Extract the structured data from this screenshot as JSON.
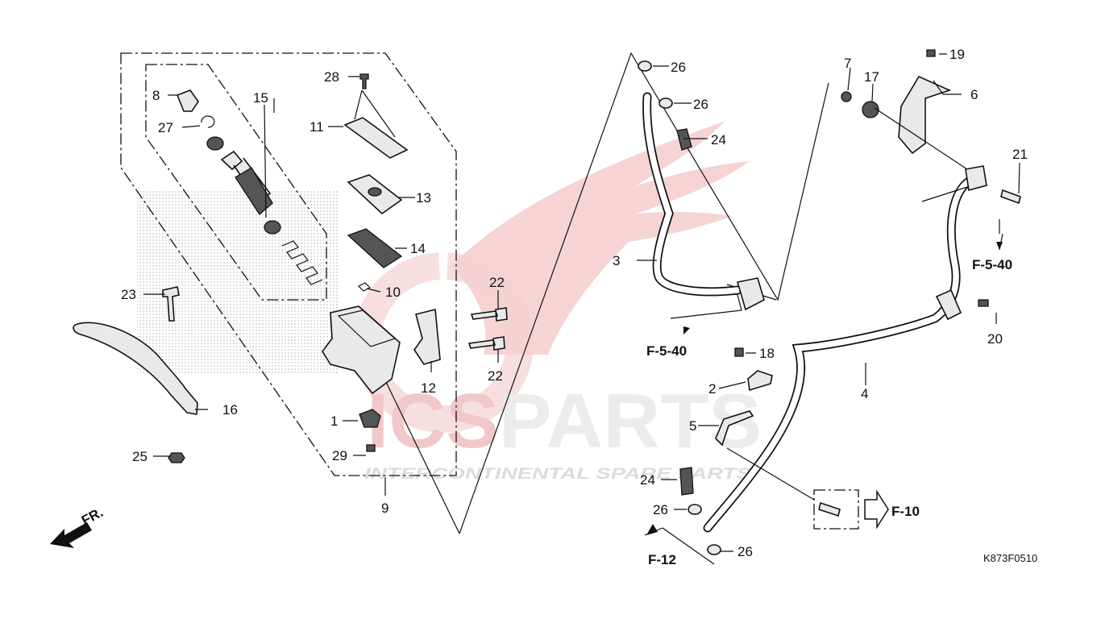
{
  "diagram_code": "K873F0510",
  "watermark": {
    "brand": "ICSPARTS",
    "brand_prefix": "ICS",
    "brand_rest": "PARTS",
    "tagline": "INTERCONTINENTAL SPARE PARTS",
    "colors": {
      "wing": "#f3c6c6",
      "brand": "#ececec",
      "accent": "#e89a9a"
    }
  },
  "front_indicator": "FR.",
  "callouts": {
    "p1": "1",
    "p2": "2",
    "p3": "3",
    "p4": "4",
    "p5": "5",
    "p6": "6",
    "p7": "7",
    "p8": "8",
    "p9": "9",
    "p10": "10",
    "p11": "11",
    "p12": "12",
    "p13": "13",
    "p14": "14",
    "p15": "15",
    "p16": "16",
    "p17": "17",
    "p18": "18",
    "p19": "19",
    "p20": "20",
    "p21": "21",
    "p22a": "22",
    "p22b": "22",
    "p23": "23",
    "p24a": "24",
    "p24b": "24",
    "p25": "25",
    "p26a": "26",
    "p26b": "26",
    "p26c": "26",
    "p26d": "26",
    "p27": "27",
    "p28": "28",
    "p29": "29"
  },
  "references": {
    "ref_f540_left": "F-5-40",
    "ref_f540_right": "F-5-40",
    "ref_f10": "F-10",
    "ref_f12": "F-12"
  }
}
